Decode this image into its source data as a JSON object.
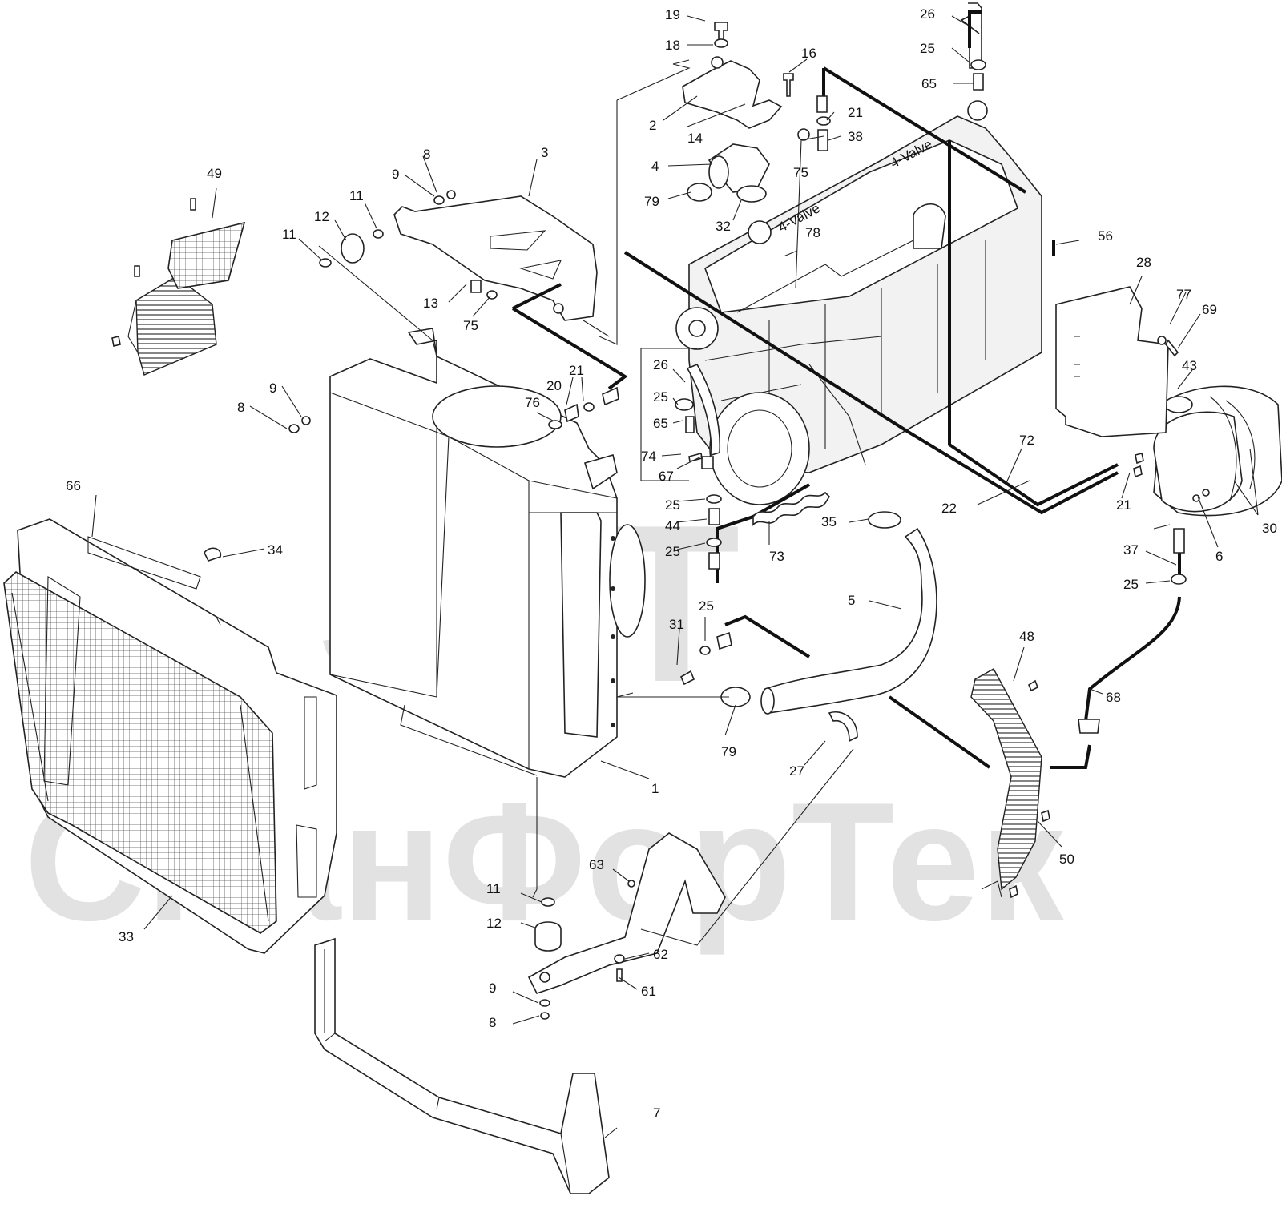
{
  "watermark": {
    "brand": "SFT",
    "company": "СпанФорТек",
    "color": "#d9d9d9"
  },
  "engine_marks": {
    "valve_text_1": "4-Valve",
    "valve_text_2": "4-Valve"
  },
  "callouts": [
    {
      "id": "c19",
      "label": "19"
    },
    {
      "id": "c18",
      "label": "18"
    },
    {
      "id": "c2",
      "label": "2"
    },
    {
      "id": "c14",
      "label": "14"
    },
    {
      "id": "c16",
      "label": "16"
    },
    {
      "id": "c21a",
      "label": "21"
    },
    {
      "id": "c38",
      "label": "38"
    },
    {
      "id": "c4",
      "label": "4"
    },
    {
      "id": "c75a",
      "label": "75"
    },
    {
      "id": "c79a",
      "label": "79"
    },
    {
      "id": "c32",
      "label": "32"
    },
    {
      "id": "c78",
      "label": "78"
    },
    {
      "id": "c26a",
      "label": "26"
    },
    {
      "id": "c25a",
      "label": "25"
    },
    {
      "id": "c65a",
      "label": "65"
    },
    {
      "id": "c56",
      "label": "56"
    },
    {
      "id": "c28",
      "label": "28"
    },
    {
      "id": "c77",
      "label": "77"
    },
    {
      "id": "c69",
      "label": "69"
    },
    {
      "id": "c43",
      "label": "43"
    },
    {
      "id": "c3",
      "label": "3"
    },
    {
      "id": "c8a",
      "label": "8"
    },
    {
      "id": "c9a",
      "label": "9"
    },
    {
      "id": "c11a",
      "label": "11"
    },
    {
      "id": "c12a",
      "label": "12"
    },
    {
      "id": "c11b",
      "label": "11"
    },
    {
      "id": "c49",
      "label": "49"
    },
    {
      "id": "c13",
      "label": "13"
    },
    {
      "id": "c75b",
      "label": "75"
    },
    {
      "id": "c9b",
      "label": "9"
    },
    {
      "id": "c8b",
      "label": "8"
    },
    {
      "id": "c20",
      "label": "20"
    },
    {
      "id": "c21b",
      "label": "21"
    },
    {
      "id": "c76",
      "label": "76"
    },
    {
      "id": "c26b",
      "label": "26"
    },
    {
      "id": "c25b",
      "label": "25"
    },
    {
      "id": "c65b",
      "label": "65"
    },
    {
      "id": "c74",
      "label": "74"
    },
    {
      "id": "c67",
      "label": "67"
    },
    {
      "id": "c25c",
      "label": "25"
    },
    {
      "id": "c44",
      "label": "44"
    },
    {
      "id": "c25d",
      "label": "25"
    },
    {
      "id": "c73",
      "label": "73"
    },
    {
      "id": "c35",
      "label": "35"
    },
    {
      "id": "c72",
      "label": "72"
    },
    {
      "id": "c22",
      "label": "22"
    },
    {
      "id": "c21c",
      "label": "21"
    },
    {
      "id": "c30",
      "label": "30"
    },
    {
      "id": "c6",
      "label": "6"
    },
    {
      "id": "c37",
      "label": "37"
    },
    {
      "id": "c25e",
      "label": "25"
    },
    {
      "id": "c66",
      "label": "66"
    },
    {
      "id": "c34",
      "label": "34"
    },
    {
      "id": "c5",
      "label": "5"
    },
    {
      "id": "c31",
      "label": "31"
    },
    {
      "id": "c25f",
      "label": "25"
    },
    {
      "id": "c48",
      "label": "48"
    },
    {
      "id": "c68",
      "label": "68"
    },
    {
      "id": "c79b",
      "label": "79"
    },
    {
      "id": "c27",
      "label": "27"
    },
    {
      "id": "c1",
      "label": "1"
    },
    {
      "id": "c50",
      "label": "50"
    },
    {
      "id": "c63",
      "label": "63"
    },
    {
      "id": "c11c",
      "label": "11"
    },
    {
      "id": "c12b",
      "label": "12"
    },
    {
      "id": "c62",
      "label": "62"
    },
    {
      "id": "c61",
      "label": "61"
    },
    {
      "id": "c9c",
      "label": "9"
    },
    {
      "id": "c8c",
      "label": "8"
    },
    {
      "id": "c33",
      "label": "33"
    },
    {
      "id": "c7",
      "label": "7"
    }
  ]
}
